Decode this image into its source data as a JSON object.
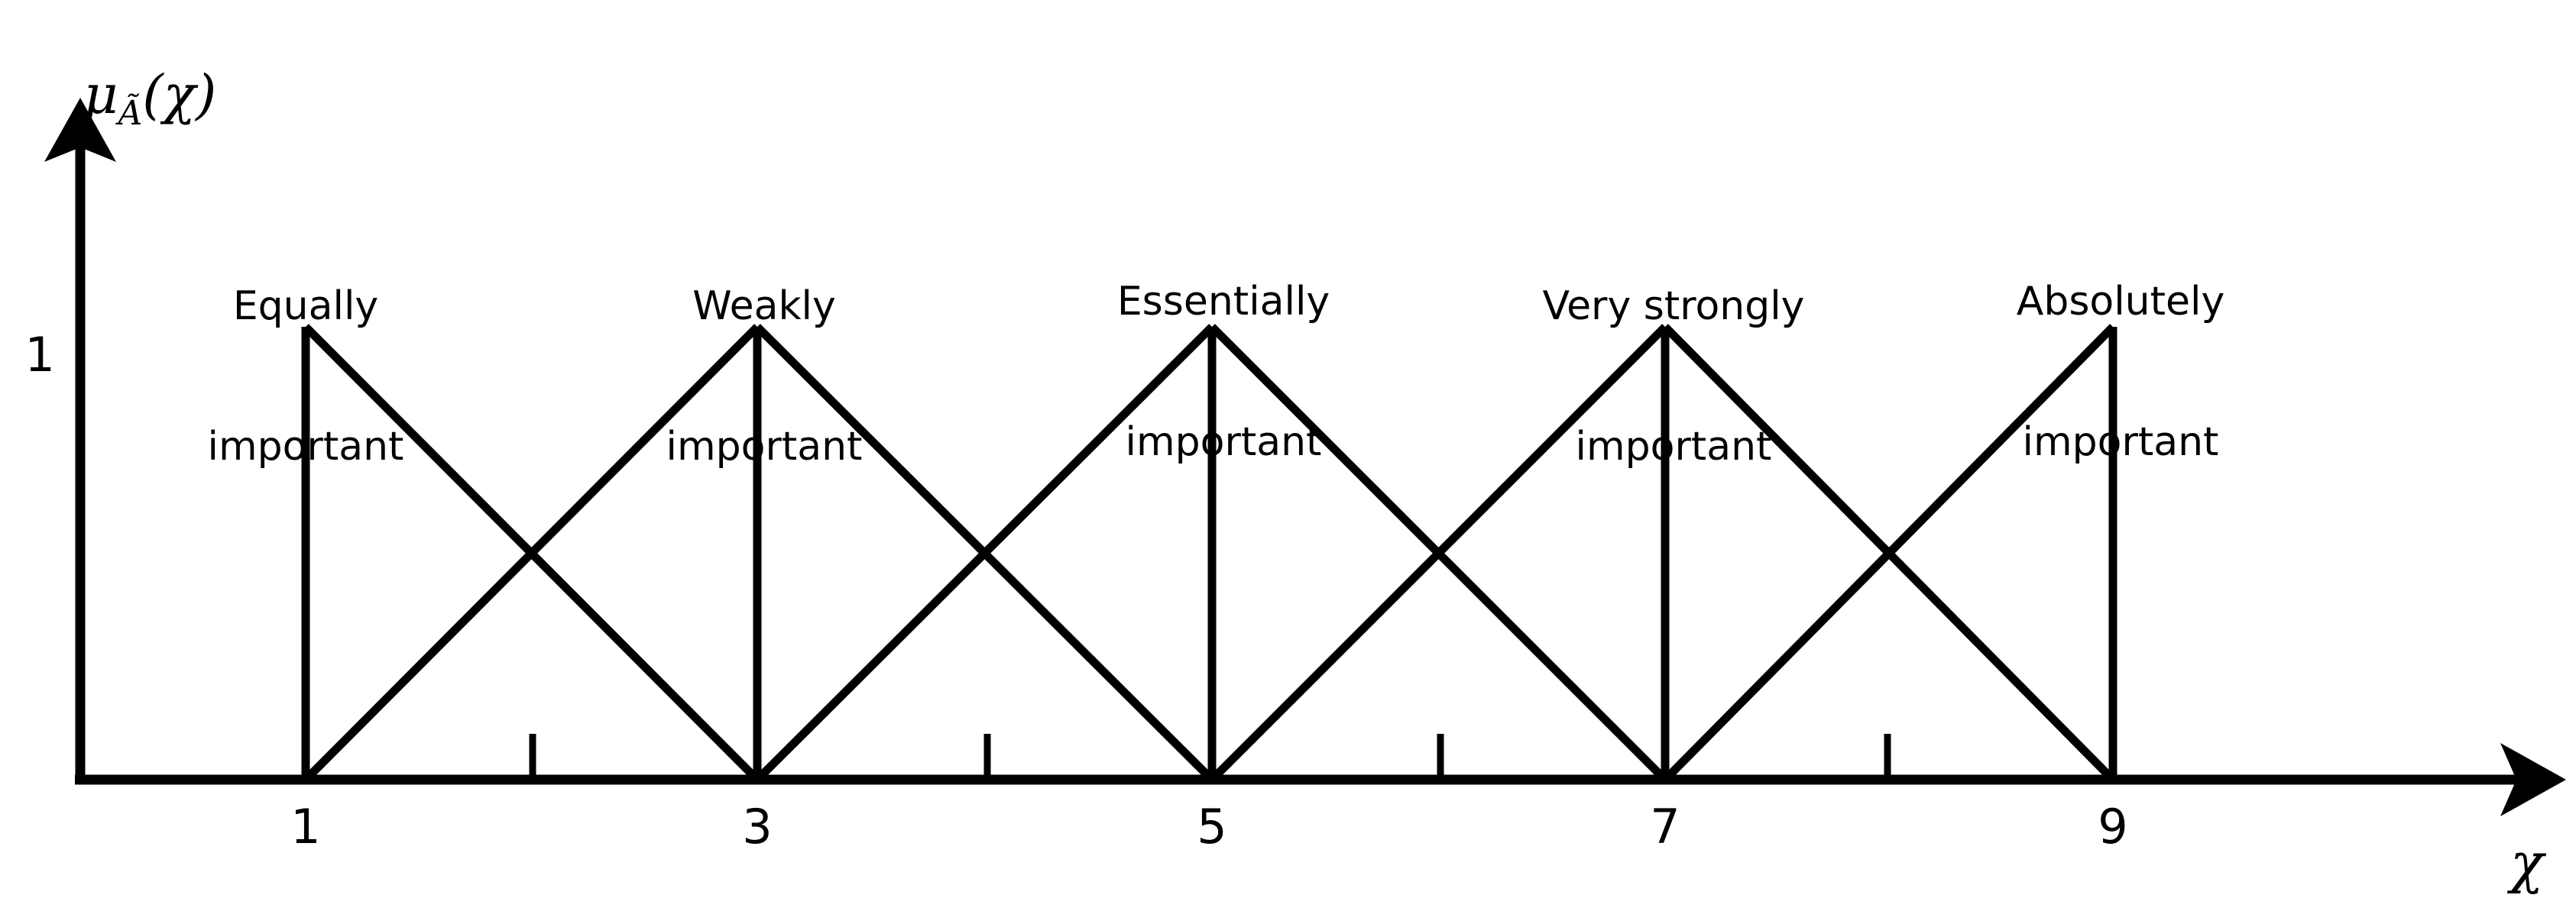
{
  "figure": {
    "background_color": "#ffffff",
    "ink_color": "#000000",
    "y_axis_title": "μ",
    "y_axis_title_sub": "Ã",
    "y_axis_title_tail": "(χ)",
    "x_axis_title": "χ",
    "y_tick_label": "1"
  },
  "chart_data": {
    "type": "line",
    "title": "",
    "subtitle": "",
    "xlabel": "χ",
    "ylabel": "μÃ(χ)",
    "xlim": [
      0,
      10
    ],
    "ylim": [
      0,
      1.12
    ],
    "grid": false,
    "legend_position": "inline-above-peaks",
    "x_major_ticks": [
      1,
      3,
      5,
      7,
      9
    ],
    "x_major_tick_labels": [
      "1",
      "3",
      "5",
      "7",
      "9"
    ],
    "x_minor_ticks": [
      2,
      4,
      6,
      8
    ],
    "y_ticks": [
      1
    ],
    "y_tick_labels": [
      "1"
    ],
    "description": "Triangular fuzzy membership functions of the Saaty 1-9 importance scale",
    "series": [
      {
        "name": "Equally important",
        "label_x": 1,
        "peak": 1,
        "values": [
          {
            "x": 1,
            "y": 0
          },
          {
            "x": 1,
            "y": 1
          },
          {
            "x": 3,
            "y": 0
          }
        ]
      },
      {
        "name": "Weakly important",
        "label_x": 3,
        "peak": 3,
        "values": [
          {
            "x": 1,
            "y": 0
          },
          {
            "x": 3,
            "y": 1
          },
          {
            "x": 3,
            "y": 0
          },
          {
            "x": 5,
            "y": 0
          }
        ]
      },
      {
        "name": "Essentially important",
        "label_x": 5,
        "peak": 5,
        "values": [
          {
            "x": 3,
            "y": 0
          },
          {
            "x": 5,
            "y": 1
          },
          {
            "x": 7,
            "y": 0
          }
        ]
      },
      {
        "name": "Very strongly important",
        "label_x": 7,
        "peak": 7,
        "values": [
          {
            "x": 5,
            "y": 0
          },
          {
            "x": 7,
            "y": 1
          },
          {
            "x": 9,
            "y": 0
          }
        ]
      },
      {
        "name": "Absolutely important",
        "label_x": 9,
        "peak": 9,
        "values": [
          {
            "x": 7,
            "y": 0
          },
          {
            "x": 9,
            "y": 1
          },
          {
            "x": 9,
            "y": 0
          }
        ]
      }
    ]
  },
  "terms": [
    {
      "line1": "Equally",
      "line2": "important"
    },
    {
      "line1": "Weakly",
      "line2": "important"
    },
    {
      "line1": "Essentially",
      "line2": "important"
    },
    {
      "line1": "Very strongly",
      "line2": "important"
    },
    {
      "line1": "Absolutely",
      "line2": "important"
    }
  ],
  "x_tick_labels": [
    "1",
    "3",
    "5",
    "7",
    "9"
  ]
}
